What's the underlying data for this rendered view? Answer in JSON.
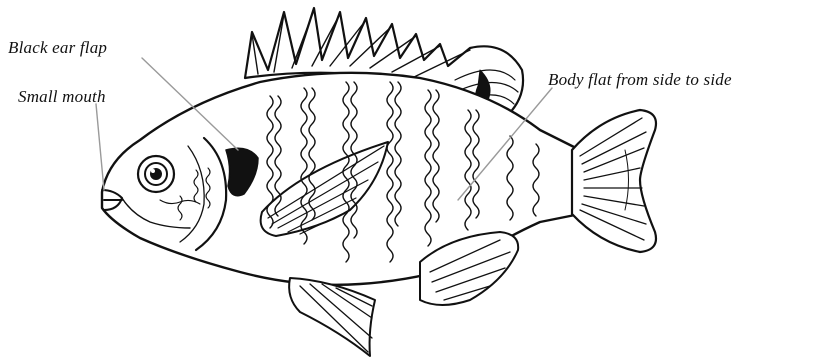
{
  "labels": {
    "ear_flap": "Black ear flap",
    "mouth": "Small mouth",
    "body": "Body flat from side to side"
  },
  "colors": {
    "ink": "#111111",
    "leader": "#9a9a9a",
    "background": "#ffffff"
  },
  "icons": {
    "subject": "bluegill-sunfish-illustration"
  }
}
